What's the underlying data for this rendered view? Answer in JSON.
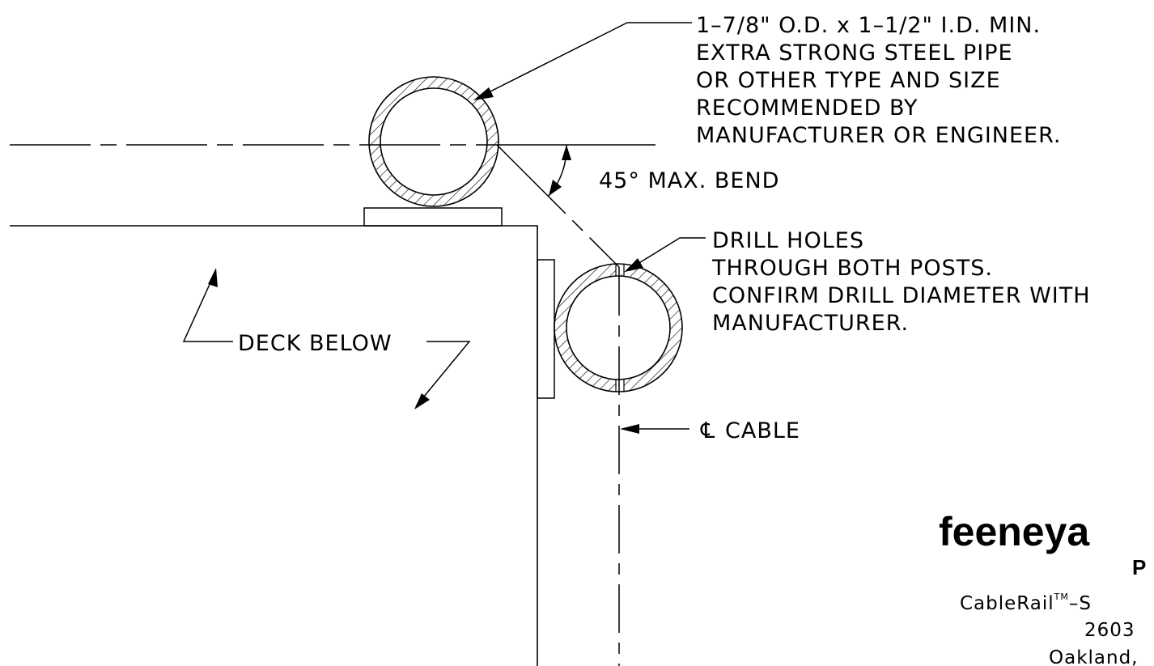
{
  "notes": {
    "pipe": [
      "1–7/8\" O.D. x 1–1/2\" I.D. MIN.",
      "EXTRA STRONG STEEL PIPE",
      "OR OTHER TYPE AND SIZE",
      "RECOMMENDED BY",
      "MANUFACTURER OR ENGINEER."
    ],
    "bend": "45° MAX. BEND",
    "drill": [
      "DRILL HOLES",
      "THROUGH BOTH POSTS.",
      "CONFIRM DRILL DIAMETER WITH",
      "MANUFACTURER."
    ],
    "deck": "DECK BELOW",
    "cable": "CABLE",
    "centerline_symbol": "℄"
  },
  "title_block": {
    "logo": "feeneya",
    "logo_sub": "P",
    "product": "CableRail",
    "trademark": "TM",
    "product_suffix": "–S",
    "address_line1": "2603",
    "address_line2": "Oakland,"
  },
  "colors": {
    "line": "#000000",
    "background": "#ffffff"
  }
}
